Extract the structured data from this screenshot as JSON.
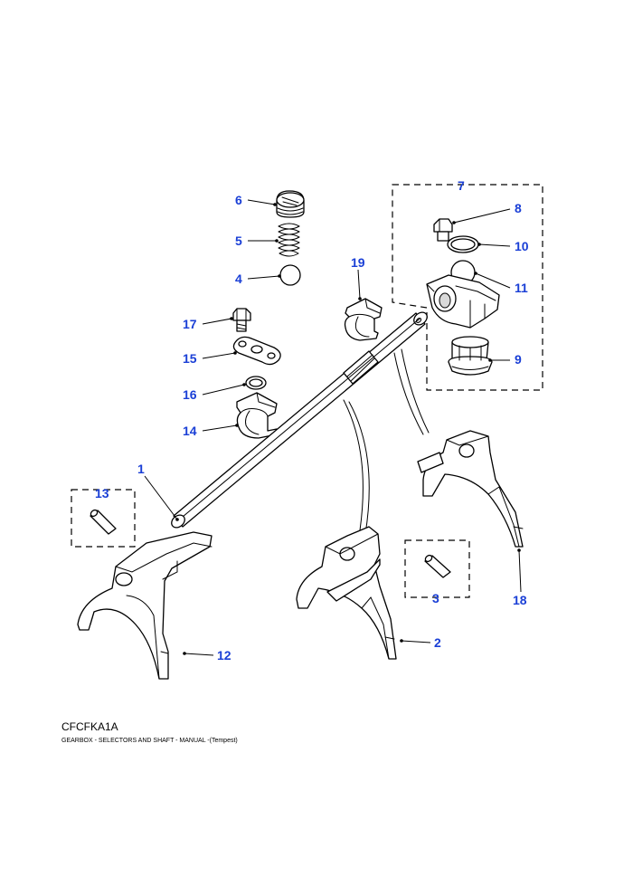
{
  "diagram": {
    "code": "CFCFKA1A",
    "caption": "GEARBOX - SELECTORS AND SHAFT - MANUAL -(Tempest)",
    "callouts": {
      "c1": "1",
      "c2": "2",
      "c3": "3",
      "c4": "4",
      "c5": "5",
      "c6": "6",
      "c7": "7",
      "c8": "8",
      "c9": "9",
      "c10": "10",
      "c11": "11",
      "c12": "12",
      "c13": "13",
      "c14": "14",
      "c15": "15",
      "c16": "16",
      "c17": "17",
      "c18": "18",
      "c19": "19"
    },
    "callout_color": "#1a3fd6"
  }
}
